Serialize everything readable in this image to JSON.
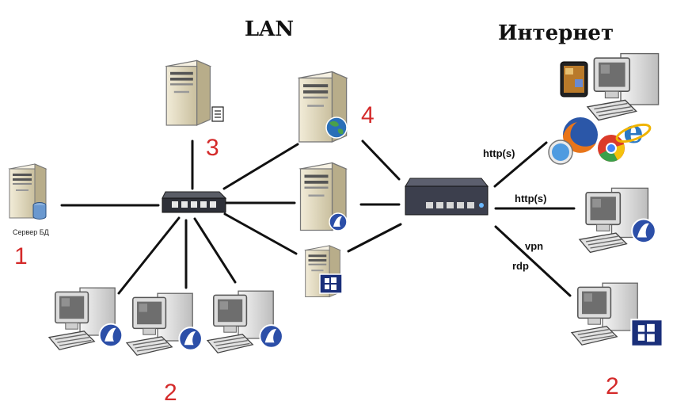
{
  "headings": {
    "lan": "LAN",
    "internet": "Интернет"
  },
  "db_server": {
    "caption": "Сервер БД",
    "number": "1"
  },
  "file_server": {
    "number": "3"
  },
  "web_server": {
    "number": "4"
  },
  "lan_clients": {
    "number": "2"
  },
  "remote_clients": {
    "number": "2"
  },
  "link_labels": {
    "http_top": "http(s)",
    "http_mid": "http(s)",
    "vpn": "vpn",
    "rdp": "rdp"
  },
  "colors": {
    "number": "#d42a2a",
    "server_body": "#e3dcc6",
    "router": "#3c3f4d",
    "switch": "#2e3038"
  },
  "icons": [
    "database-icon",
    "document-icon",
    "globe-icon",
    "app-icon",
    "windows-icon",
    "tablet-icon",
    "firefox-icon",
    "safari-icon",
    "chrome-icon",
    "ie-icon"
  ]
}
